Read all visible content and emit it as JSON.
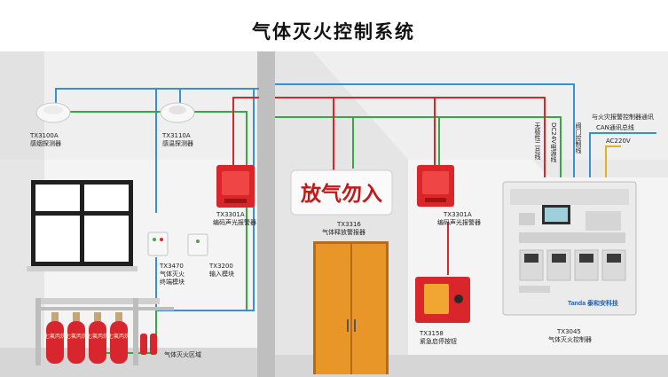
{
  "title": "气体灭火控制系统",
  "colors": {
    "cable_blue": "#3a8fd1",
    "cable_green": "#33a845",
    "cable_red": "#d9262b",
    "cable_yellow": "#e2b321",
    "wall": "#ededed",
    "floor": "#d9d9d9",
    "door": "#e79627",
    "cylinder": "#d7262e"
  },
  "devices": {
    "smoke": {
      "model": "TX3100A",
      "name": "感烟探测器"
    },
    "heat": {
      "model": "TX3110A",
      "name": "感温探测器"
    },
    "alarm_left": {
      "model": "TX3301A",
      "name": "编码声光报警器"
    },
    "alarm_right": {
      "model": "TX3301A",
      "name": "编码声光报警器"
    },
    "terminal": {
      "model": "TX3470",
      "line2": "气体灭火",
      "line3": "终端模块"
    },
    "input": {
      "model": "TX3200",
      "name": "输入模块"
    },
    "release_sign": {
      "model": "TX3316",
      "name": "气体释放警报器",
      "sign_text": "放气勿入"
    },
    "button": {
      "model": "TX3158",
      "name": "紧急启停按钮"
    },
    "controller": {
      "model": "TX3045",
      "name": "气体灭火控制器",
      "brand": "Tanda 泰和安科技"
    }
  },
  "cylinder_text": "七氟丙烷",
  "zone_label": "气体灭火区域",
  "vertical_labels": {
    "bus": "无极性二总线",
    "power": "DC24V电源线",
    "valve": "阀门控制线"
  },
  "right_notes": {
    "comm_line1": "与火灾报警控制器通讯",
    "comm_line2": "CAN通讯总线",
    "ac": "AC220V"
  }
}
